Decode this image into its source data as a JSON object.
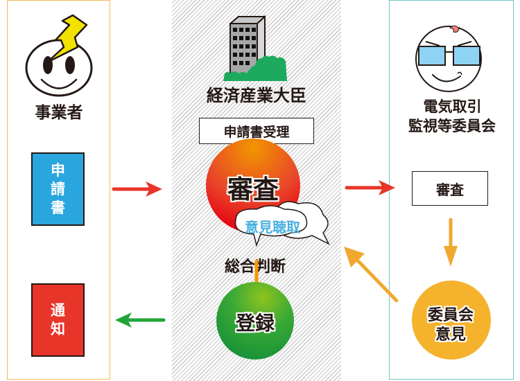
{
  "actors": {
    "business": {
      "label": "事業者",
      "icon": "smiley-lightning-icon"
    },
    "minister": {
      "label": "経済産業大臣",
      "icon": "office-building-icon"
    },
    "committee": {
      "label_line1": "電気取引",
      "label_line2": "監視等委員会",
      "icon": "smiley-glasses-icon"
    }
  },
  "left": {
    "application": {
      "chars": [
        "申",
        "請",
        "書"
      ],
      "color": "#29a6de"
    },
    "notice": {
      "chars": [
        "通",
        "知"
      ],
      "color": "#e8352a"
    }
  },
  "middle": {
    "receipt": "申請書受理",
    "review": "審査",
    "hearing": "意見聴取",
    "judgement": "総合判断",
    "registration": "登録"
  },
  "right": {
    "review": "審査",
    "opinion_line1": "委員会",
    "opinion_line2": "意見"
  },
  "colors": {
    "left_border": "#f5b955",
    "right_border": "#73c8c2",
    "arrow_red": "#e8352a",
    "arrow_green": "#22a538",
    "arrow_orange": "#f0a830",
    "review_circle": "#e8352a",
    "registration_circle": "#22a538",
    "opinion_circle": "#f5b22d",
    "hearing_text": "#4bb1e0"
  }
}
